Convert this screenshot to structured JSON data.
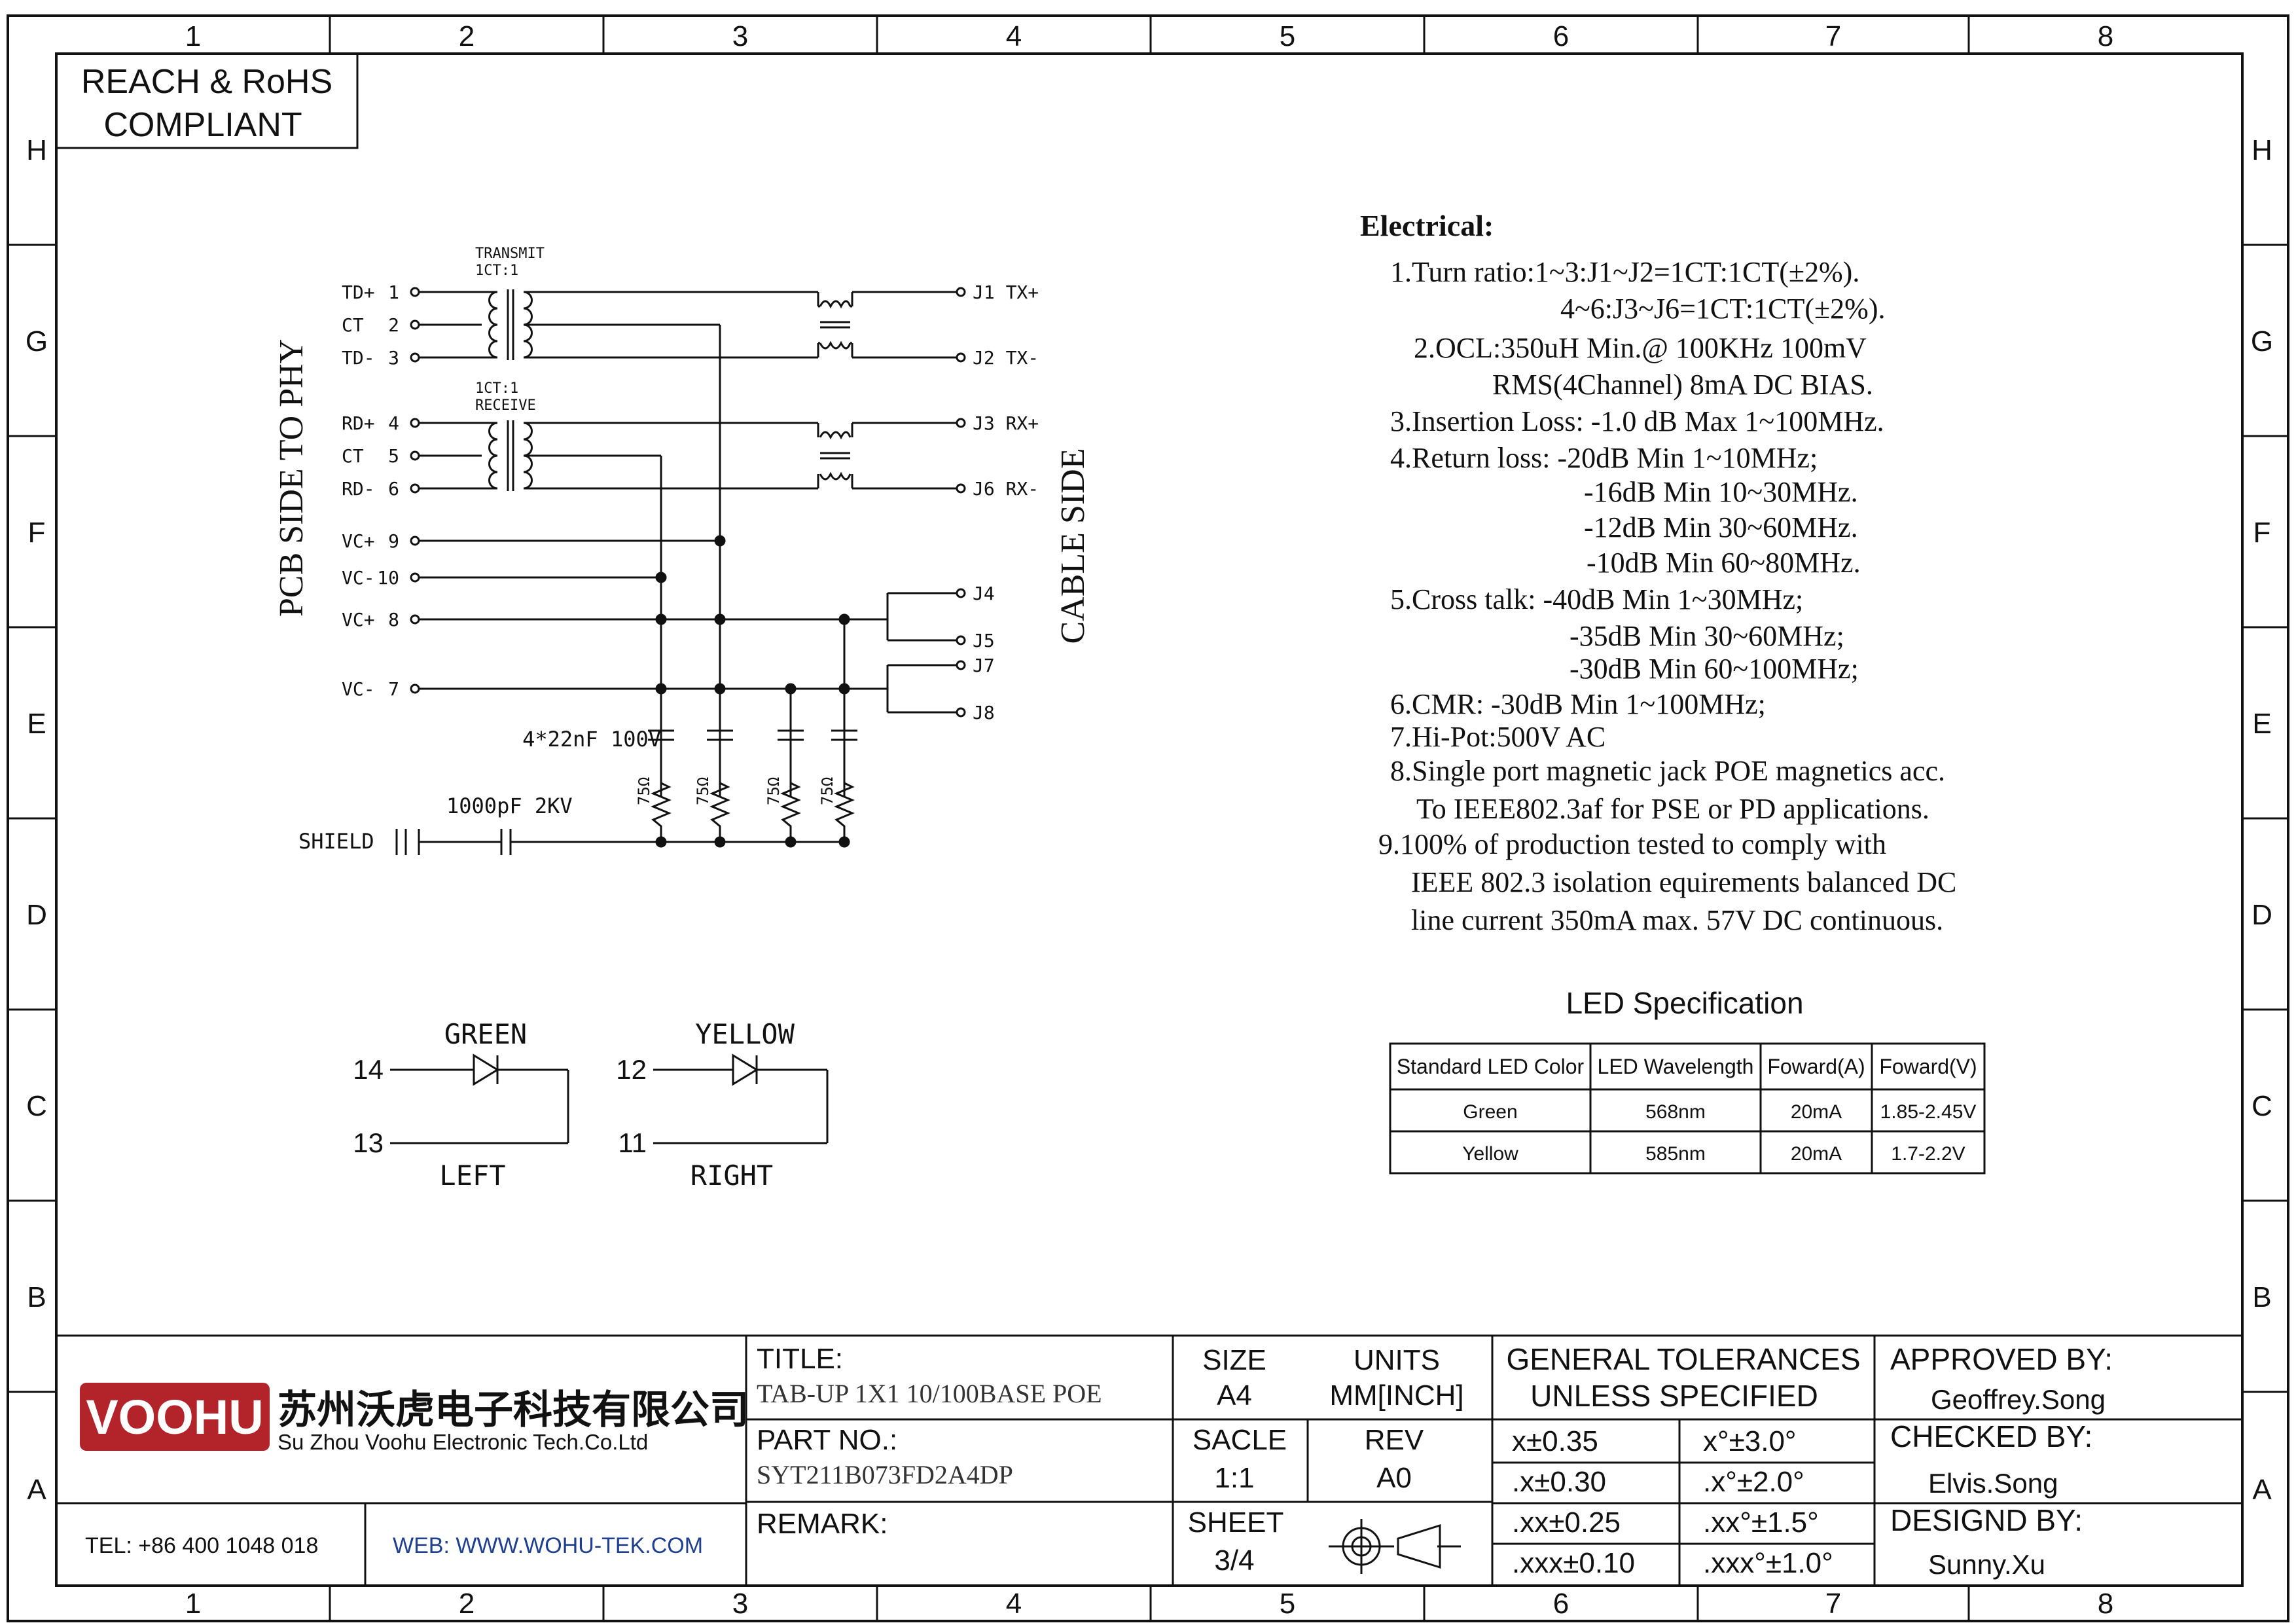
{
  "border": {
    "columns": [
      "1",
      "2",
      "3",
      "4",
      "5",
      "6",
      "7",
      "8"
    ],
    "rows": [
      "H",
      "G",
      "F",
      "E",
      "D",
      "C",
      "B",
      "A"
    ]
  },
  "compliance": {
    "line1": "REACH & RoHS",
    "line2": "COMPLIANT"
  },
  "schematic": {
    "label_pcb_side": "PCB SIDE TO PHY",
    "label_cable_side": "CABLE SIDE",
    "transmit_label": "TRANSMIT",
    "transmit_ratio": "1CT:1",
    "receive_ratio": "1CT:1",
    "receive_label": "RECEIVE",
    "left_pins": [
      {
        "name": "TD+",
        "num": "1"
      },
      {
        "name": "CT",
        "num": "2"
      },
      {
        "name": "TD-",
        "num": "3"
      },
      {
        "name": "RD+",
        "num": "4"
      },
      {
        "name": "CT",
        "num": "5"
      },
      {
        "name": "RD-",
        "num": "6"
      },
      {
        "name": "VC+",
        "num": "9"
      },
      {
        "name": "VC-",
        "num": "10"
      },
      {
        "name": "VC+",
        "num": "8"
      },
      {
        "name": "VC-",
        "num": "7"
      }
    ],
    "right_pins": [
      {
        "label": "J1  TX+"
      },
      {
        "label": "J2  TX-"
      },
      {
        "label": "J3  RX+"
      },
      {
        "label": "J6  RX-"
      },
      {
        "label": "J4"
      },
      {
        "label": "J5"
      },
      {
        "label": "J7"
      },
      {
        "label": "J8"
      }
    ],
    "cap_label": "4*22nF 100V",
    "shield_cap_label": "1000pF 2KV",
    "shield_label": "SHIELD",
    "resistor_label": "75Ω"
  },
  "leds": {
    "green": {
      "color_name": "GREEN",
      "pin_a": "14",
      "pin_b": "13",
      "side": "LEFT"
    },
    "yellow": {
      "color_name": "YELLOW",
      "pin_a": "12",
      "pin_b": "11",
      "side": "RIGHT"
    }
  },
  "electrical": {
    "heading": "Electrical:",
    "lines": [
      "1.Turn ratio:1~3:J1~J2=1CT:1CT(±2%).",
      "4~6:J3~J6=1CT:1CT(±2%).",
      "2.OCL:350uH Min.@ 100KHz 100mV",
      "RMS(4Channel) 8mA DC BIAS.",
      "3.Insertion Loss: -1.0 dB Max 1~100MHz.",
      "4.Return loss: -20dB Min 1~10MHz;",
      "-16dB Min 10~30MHz.",
      "-12dB Min 30~60MHz.",
      "-10dB Min 60~80MHz.",
      "5.Cross talk: -40dB Min 1~30MHz;",
      "-35dB Min 30~60MHz;",
      "-30dB Min 60~100MHz;",
      "6.CMR: -30dB Min 1~100MHz;",
      "7.Hi-Pot:500V AC",
      "8.Single port magnetic jack POE magnetics acc.",
      "To IEEE802.3af for  PSE or  PD   applications.",
      "9.100% of production tested to comply with",
      "IEEE 802.3 isolation equirements balanced DC",
      "line current 350mA max. 57V DC continuous."
    ]
  },
  "led_spec": {
    "title": "LED Specification",
    "headers": [
      "Standard LED Color",
      "LED Wavelength",
      "Foward(A)",
      "Foward(V)"
    ],
    "rows": [
      [
        "Green",
        "568nm",
        "20mA",
        "1.85-2.45V"
      ],
      [
        "Yellow",
        "585nm",
        "20mA",
        "1.7-2.2V"
      ]
    ]
  },
  "title_block": {
    "logo_text": "VOOHU",
    "company_cn": "苏州沃虎电子科技有限公司",
    "company_en": "Su Zhou Voohu Electronic Tech.Co.Ltd",
    "tel": "TEL: +86 400 1048 018",
    "web": "WEB: WWW.WOHU-TEK.COM",
    "title_label": "TITLE:",
    "title_value": "TAB-UP 1X1 10/100BASE POE",
    "part_label": "PART NO.:",
    "part_value": "SYT211B073FD2A4DP",
    "remark_label": "REMARK:",
    "size_label": "SIZE",
    "size_value": "A4",
    "units_label": "UNITS",
    "units_value": "MM[INCH]",
    "scale_label": "SACLE",
    "scale_value": "1:1",
    "rev_label": "REV",
    "rev_value": "A0",
    "sheet_label": "SHEET",
    "sheet_value": "3/4",
    "tol_heading1": "GENERAL TOLERANCES",
    "tol_heading2": "UNLESS SPECIFIED",
    "tolerances": [
      [
        "x±0.35",
        "x°±3.0°"
      ],
      [
        ".x±0.30",
        ".x°±2.0°"
      ],
      [
        ".xx±0.25",
        ".xx°±1.5°"
      ],
      [
        ".xxx±0.10",
        ".xxx°±1.0°"
      ]
    ],
    "approved_label": "APPROVED BY:",
    "approved_value": "Geoffrey.Song",
    "checked_label": "CHECKED BY:",
    "checked_value": "Elvis.Song",
    "designed_label": "DESIGND BY:",
    "designed_value": "Sunny.Xu"
  },
  "colors": {
    "line": "#111111",
    "brand_red": "#b3242a",
    "web_blue": "#1f3f8f"
  }
}
